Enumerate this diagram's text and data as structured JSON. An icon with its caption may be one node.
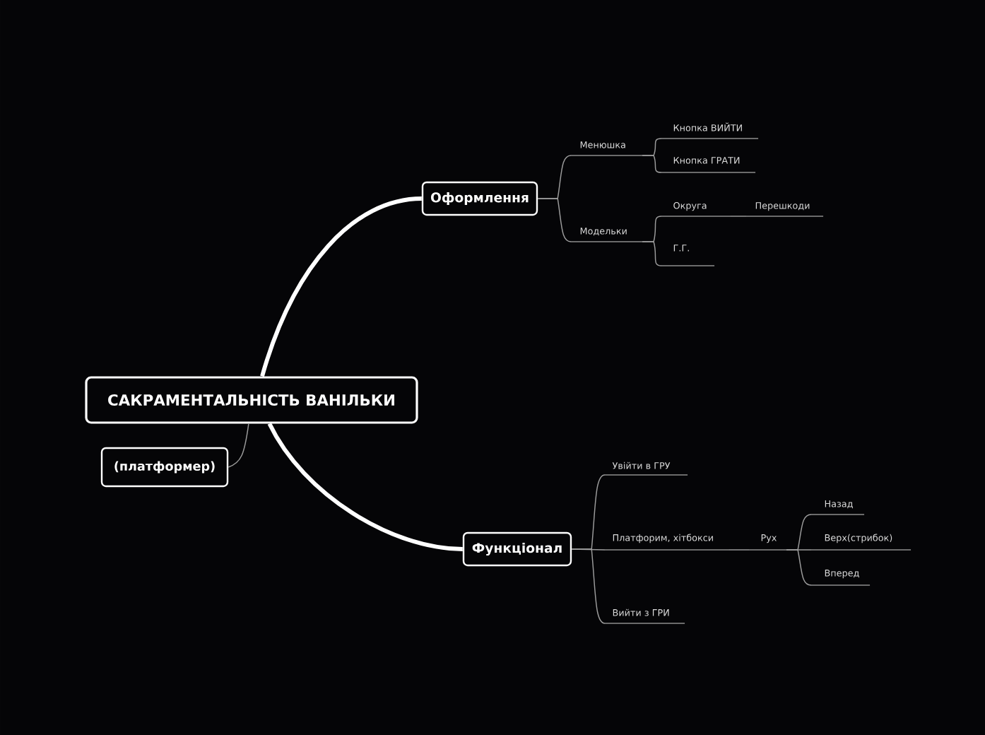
{
  "diagram": {
    "nodes": [
      {
        "text": [
          "САКРАМЕНТАЛЬНІСТЬ ВАНІЛЬКИ"
        ]
      },
      {
        "text": [
          "(платформер)"
        ]
      },
      {
        "text": [
          "Оформлення"
        ]
      },
      {
        "text": [
          "Менюшка"
        ]
      },
      {
        "text": [
          "Кнопка ВИЙТИ"
        ]
      },
      {
        "text": [
          "Кнопка ГРАТИ"
        ]
      },
      {
        "text": [
          "Модельки"
        ]
      },
      {
        "text": [
          "Округа"
        ]
      },
      {
        "text": [
          "Перешкоди"
        ]
      },
      {
        "text": [
          "Г.Г."
        ]
      },
      {
        "text": [
          "Функціонал"
        ]
      },
      {
        "text": [
          "Увійти в ГРУ"
        ]
      },
      {
        "text": [
          "Платфорим, хітбокси"
        ]
      },
      {
        "text": [
          "Рух"
        ]
      },
      {
        "text": [
          "Назад"
        ]
      },
      {
        "text": [
          "Верх(стрибок)"
        ]
      },
      {
        "text": [
          "Вперед"
        ]
      },
      {
        "text": [
          "Вийти з ГРИ"
        ]
      }
    ],
    "edges": [
      {
        "from": 0,
        "to": 2,
        "arrow": "none",
        "style": "thick",
        "color": "#ffffff"
      },
      {
        "from": 0,
        "to": 1,
        "arrow": "none"
      },
      {
        "from": 0,
        "to": 10,
        "arrow": "none",
        "style": "thick",
        "color": "#ffffff"
      },
      {
        "from": 2,
        "to": 3,
        "arrow": "none"
      },
      {
        "from": 2,
        "to": 6,
        "arrow": "none"
      },
      {
        "from": 3,
        "to": 4,
        "arrow": "none"
      },
      {
        "from": 3,
        "to": 5,
        "arrow": "none"
      },
      {
        "from": 6,
        "to": 7,
        "arrow": "none"
      },
      {
        "from": 7,
        "to": 8,
        "arrow": "none"
      },
      {
        "from": 6,
        "to": 9,
        "arrow": "none"
      },
      {
        "from": 10,
        "to": 11,
        "arrow": "none"
      },
      {
        "from": 10,
        "to": 12,
        "arrow": "none"
      },
      {
        "from": 12,
        "to": 13,
        "arrow": "none"
      },
      {
        "from": 13,
        "to": 14,
        "arrow": "none"
      },
      {
        "from": 13,
        "to": 15,
        "arrow": "none"
      },
      {
        "from": 13,
        "to": 16,
        "arrow": "none"
      },
      {
        "from": 10,
        "to": 17,
        "arrow": "none"
      }
    ]
  }
}
